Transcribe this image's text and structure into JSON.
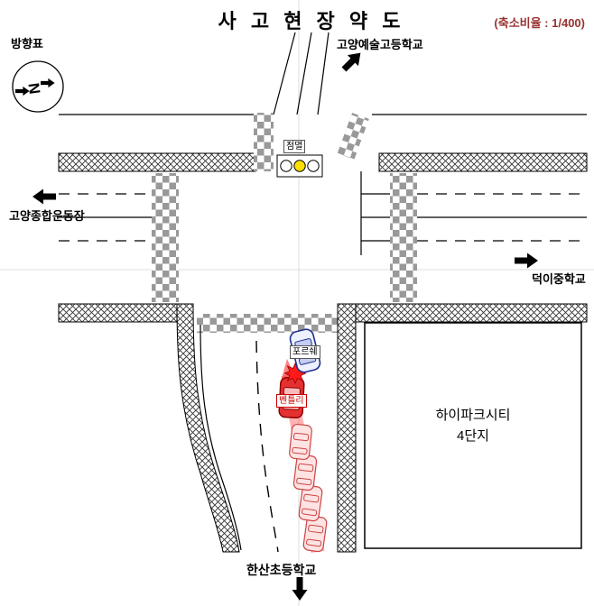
{
  "title": "사 고 현 장 약 도",
  "scale_note": "(축소비율 : 1/400)",
  "compass": {
    "label": "방향표",
    "north_letter": "N"
  },
  "destinations": {
    "top": "고양예술고등학교",
    "left": "고양종합운동장",
    "right": "덕이중학교",
    "bottom": "한산초등학교"
  },
  "traffic_light": {
    "label": "점멸",
    "lamp_colors": [
      "white",
      "yellow",
      "white"
    ]
  },
  "building": {
    "name_line1": "하이파크시티",
    "name_line2": "4단지"
  },
  "vehicles": {
    "car1": "포르쉐",
    "car2": "벤틀리",
    "trailing_cars": 4
  },
  "colors": {
    "collision_red": "#ff0000",
    "porsche_blue": "#22308f",
    "bentley_red": "#e53030",
    "signal_yellow": "#ffe000",
    "scale_note_color": "#993333",
    "crosswalk_gray": "#999999"
  }
}
